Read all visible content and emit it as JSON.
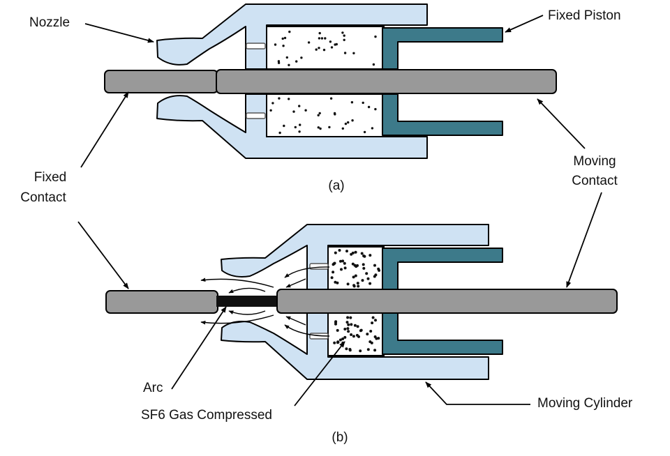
{
  "labels": {
    "nozzle": "Nozzle",
    "fixed_piston": "Fixed Piston",
    "fixed_contact_line1": "Fixed",
    "fixed_contact_line2": "Contact",
    "moving_contact_line1": "Moving",
    "moving_contact_line2": "Contact",
    "caption_a": "(a)",
    "caption_b": "(b)",
    "arc": "Arc",
    "sf6_gas_compressed": "SF6 Gas Compressed",
    "moving_cylinder": "Moving Cylinder"
  },
  "colors": {
    "cylinder_fill": "#cfe2f3",
    "piston_fill": "#3d7a8a",
    "contact_fill": "#999999",
    "arc_fill": "#111111",
    "outline": "#000000"
  }
}
